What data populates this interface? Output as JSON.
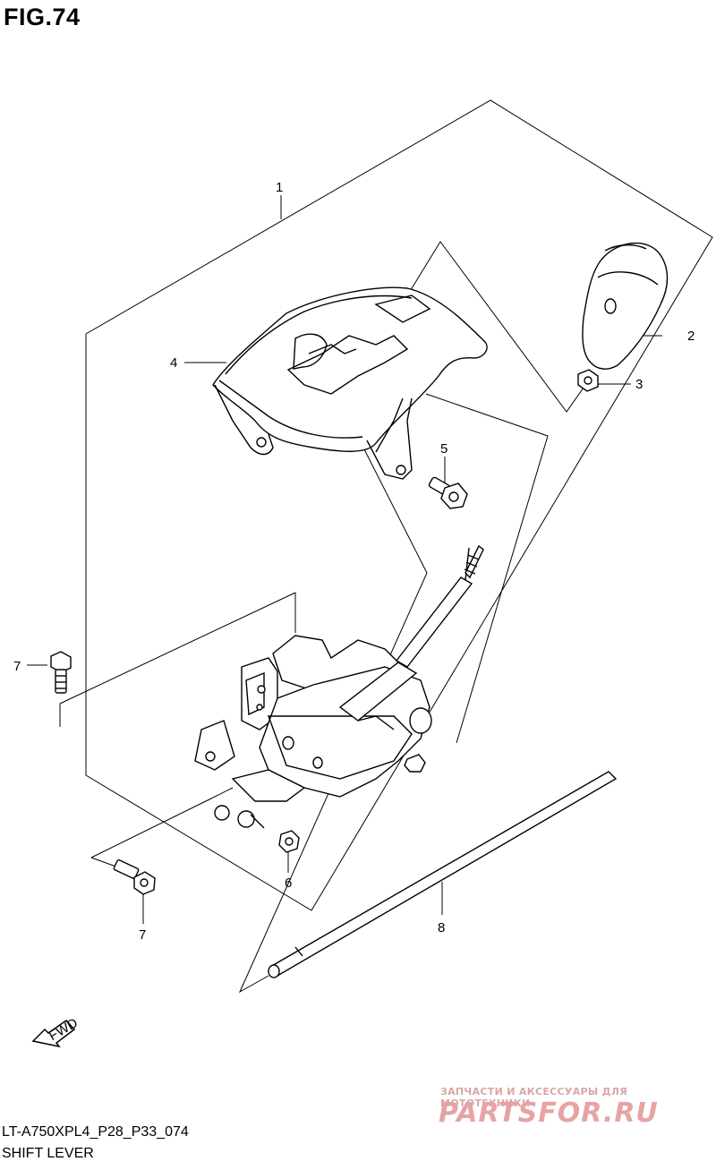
{
  "figure": {
    "title": "FIG.74",
    "code": "LT-A750XPL4_P28_P33_074",
    "name": "SHIFT LEVER"
  },
  "callouts": {
    "c1": "1",
    "c2": "2",
    "c3": "3",
    "c4": "4",
    "c5": "5",
    "c6": "6",
    "c7a": "7",
    "c7b": "7",
    "c8": "8"
  },
  "fwd_label": "FWD",
  "watermark": {
    "tagline": "ЗАПЧАСТИ И АКСЕССУАРЫ ДЛЯ МОТОТЕХНИКИ",
    "brand": "PARTSFOR.RU"
  }
}
